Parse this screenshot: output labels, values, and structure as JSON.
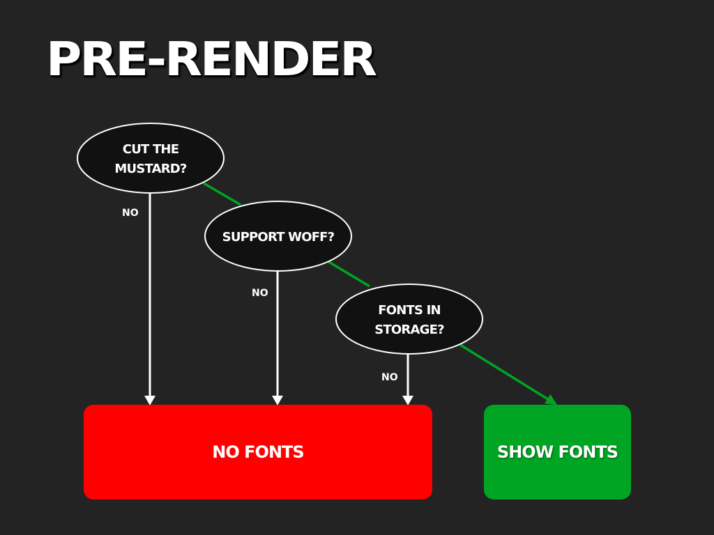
{
  "title": "PRE-RENDER",
  "decisions": [
    {
      "line1": "CUT THE",
      "line2": "MUSTARD?",
      "no_label": "NO"
    },
    {
      "line1": "SUPPORT WOFF?",
      "line2": "",
      "no_label": "NO"
    },
    {
      "line1": "FONTS IN",
      "line2": "STORAGE?",
      "no_label": "NO"
    }
  ],
  "outcomes": {
    "no_fonts": {
      "label": "NO FONTS",
      "color": "#ff0000"
    },
    "show_fonts": {
      "label": "SHOW FONTS",
      "color": "#00a523"
    }
  },
  "colors": {
    "background": "#232323",
    "yes_path": "#00a523",
    "no_path": "#ffffff",
    "node_fill": "#111111",
    "node_stroke": "#ffffff"
  }
}
